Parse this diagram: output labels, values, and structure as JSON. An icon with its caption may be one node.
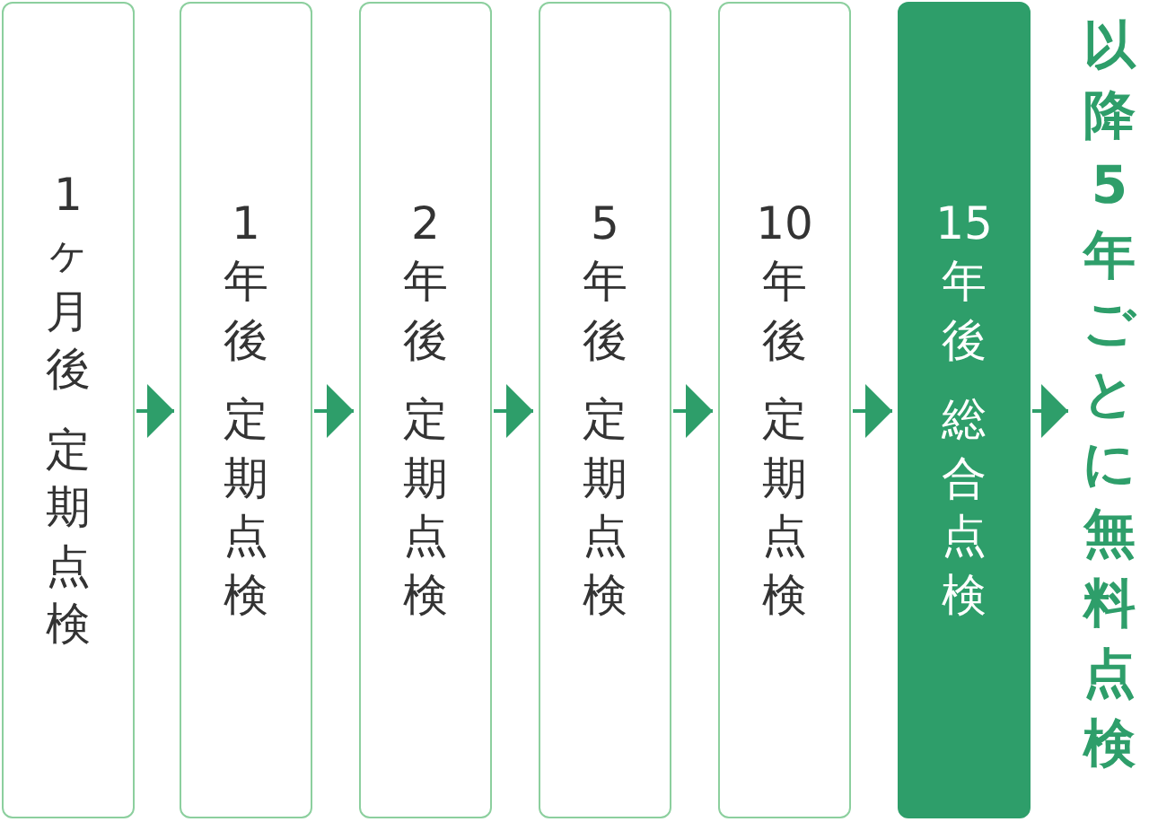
{
  "diagram": {
    "nodes": [
      {
        "text": [
          "1ヶ月後",
          "定期点検"
        ]
      },
      {
        "text": [
          "1年後",
          "定期点検"
        ]
      },
      {
        "text": [
          "2年後",
          "定期点検"
        ]
      },
      {
        "text": [
          "5年後",
          "定期点検"
        ]
      },
      {
        "text": [
          "10年後",
          "定期点検"
        ]
      },
      {
        "text": [
          "15年後",
          "総合点検"
        ]
      },
      {
        "text": [
          "以降5年ごとに無料点検"
        ]
      }
    ],
    "edges": [
      {
        "from": 0,
        "to": 1,
        "arrow": "to"
      },
      {
        "from": 1,
        "to": 2,
        "arrow": "to"
      },
      {
        "from": 2,
        "to": 3,
        "arrow": "to"
      },
      {
        "from": 3,
        "to": 4,
        "arrow": "to"
      },
      {
        "from": 4,
        "to": 5,
        "arrow": "to"
      },
      {
        "from": 5,
        "to": 6,
        "arrow": "to"
      }
    ]
  }
}
